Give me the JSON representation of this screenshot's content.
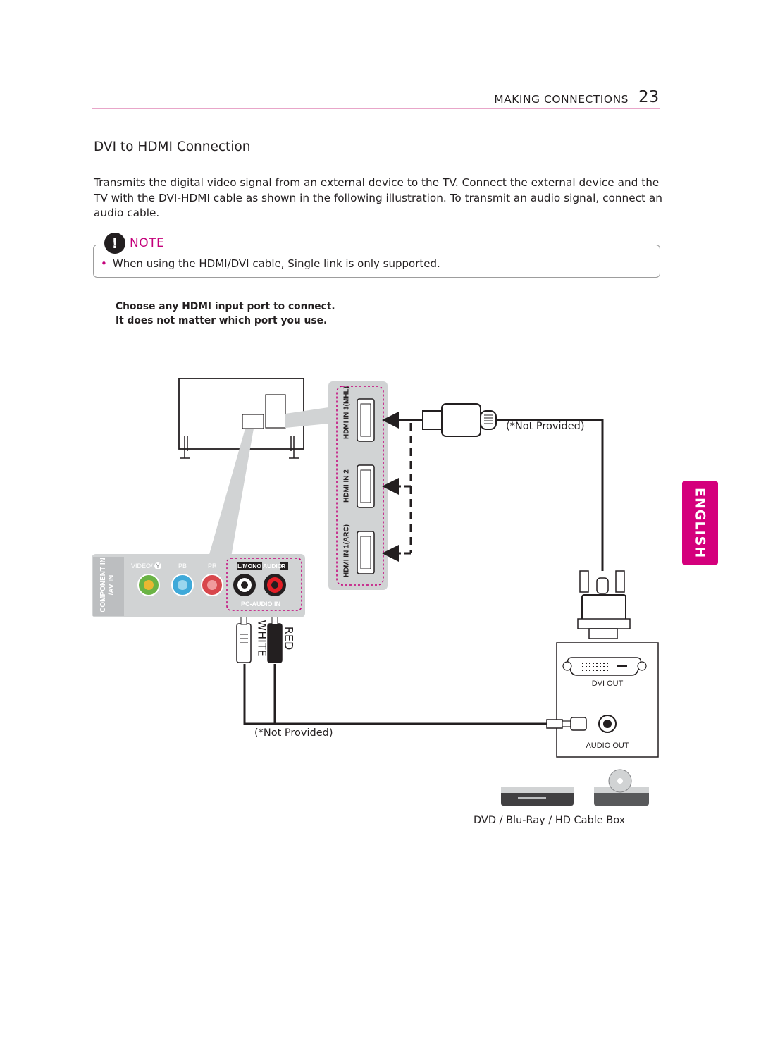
{
  "header": {
    "section": "MAKING CONNECTIONS",
    "page_number": "23"
  },
  "title": "DVI to HDMI Connection",
  "intro": "Transmits the digital video signal from an external device to the TV. Connect the external device and the TV with the DVI-HDMI cable as shown in the following illustration. To transmit an audio signal, connect an audio cable.",
  "note": {
    "label": "NOTE",
    "icon": "!",
    "items": [
      "When using the HDMI/DVI cable, Single link is only supported."
    ]
  },
  "instruction": {
    "line1": "Choose any HDMI input port to connect.",
    "line2": "It does not matter which port you use."
  },
  "diagram": {
    "hdmi_ports": [
      "IN 3(MHL)",
      "IN 2",
      "IN 1(ARC)"
    ],
    "hdmi_logo": "HDMI",
    "panel_side_label1": "COMPONENT IN",
    "panel_side_label2": "/AV IN",
    "panel_video": "VIDEO/",
    "panel_y": "Y",
    "panel_pb": "PB",
    "panel_pr": "PR",
    "panel_lmono": "L/MONO",
    "panel_audio": "AUDIO",
    "panel_r": "R",
    "panel_pc_audio": "PC-AUDIO IN",
    "cable_white": "WHITE",
    "cable_red": "RED",
    "hdmi_cable_note": "(*Not Provided)",
    "audio_cable_note": "(*Not Provided)",
    "dvi_out": "DVI OUT",
    "audio_out": "AUDIO OUT",
    "device_caption": "DVD / Blu-Ray / HD Cable Box"
  },
  "side_tab": "ENGLISH",
  "colors": {
    "accent": "#c4007a",
    "tab": "#d4007c",
    "rule": "#e8a6c9"
  }
}
